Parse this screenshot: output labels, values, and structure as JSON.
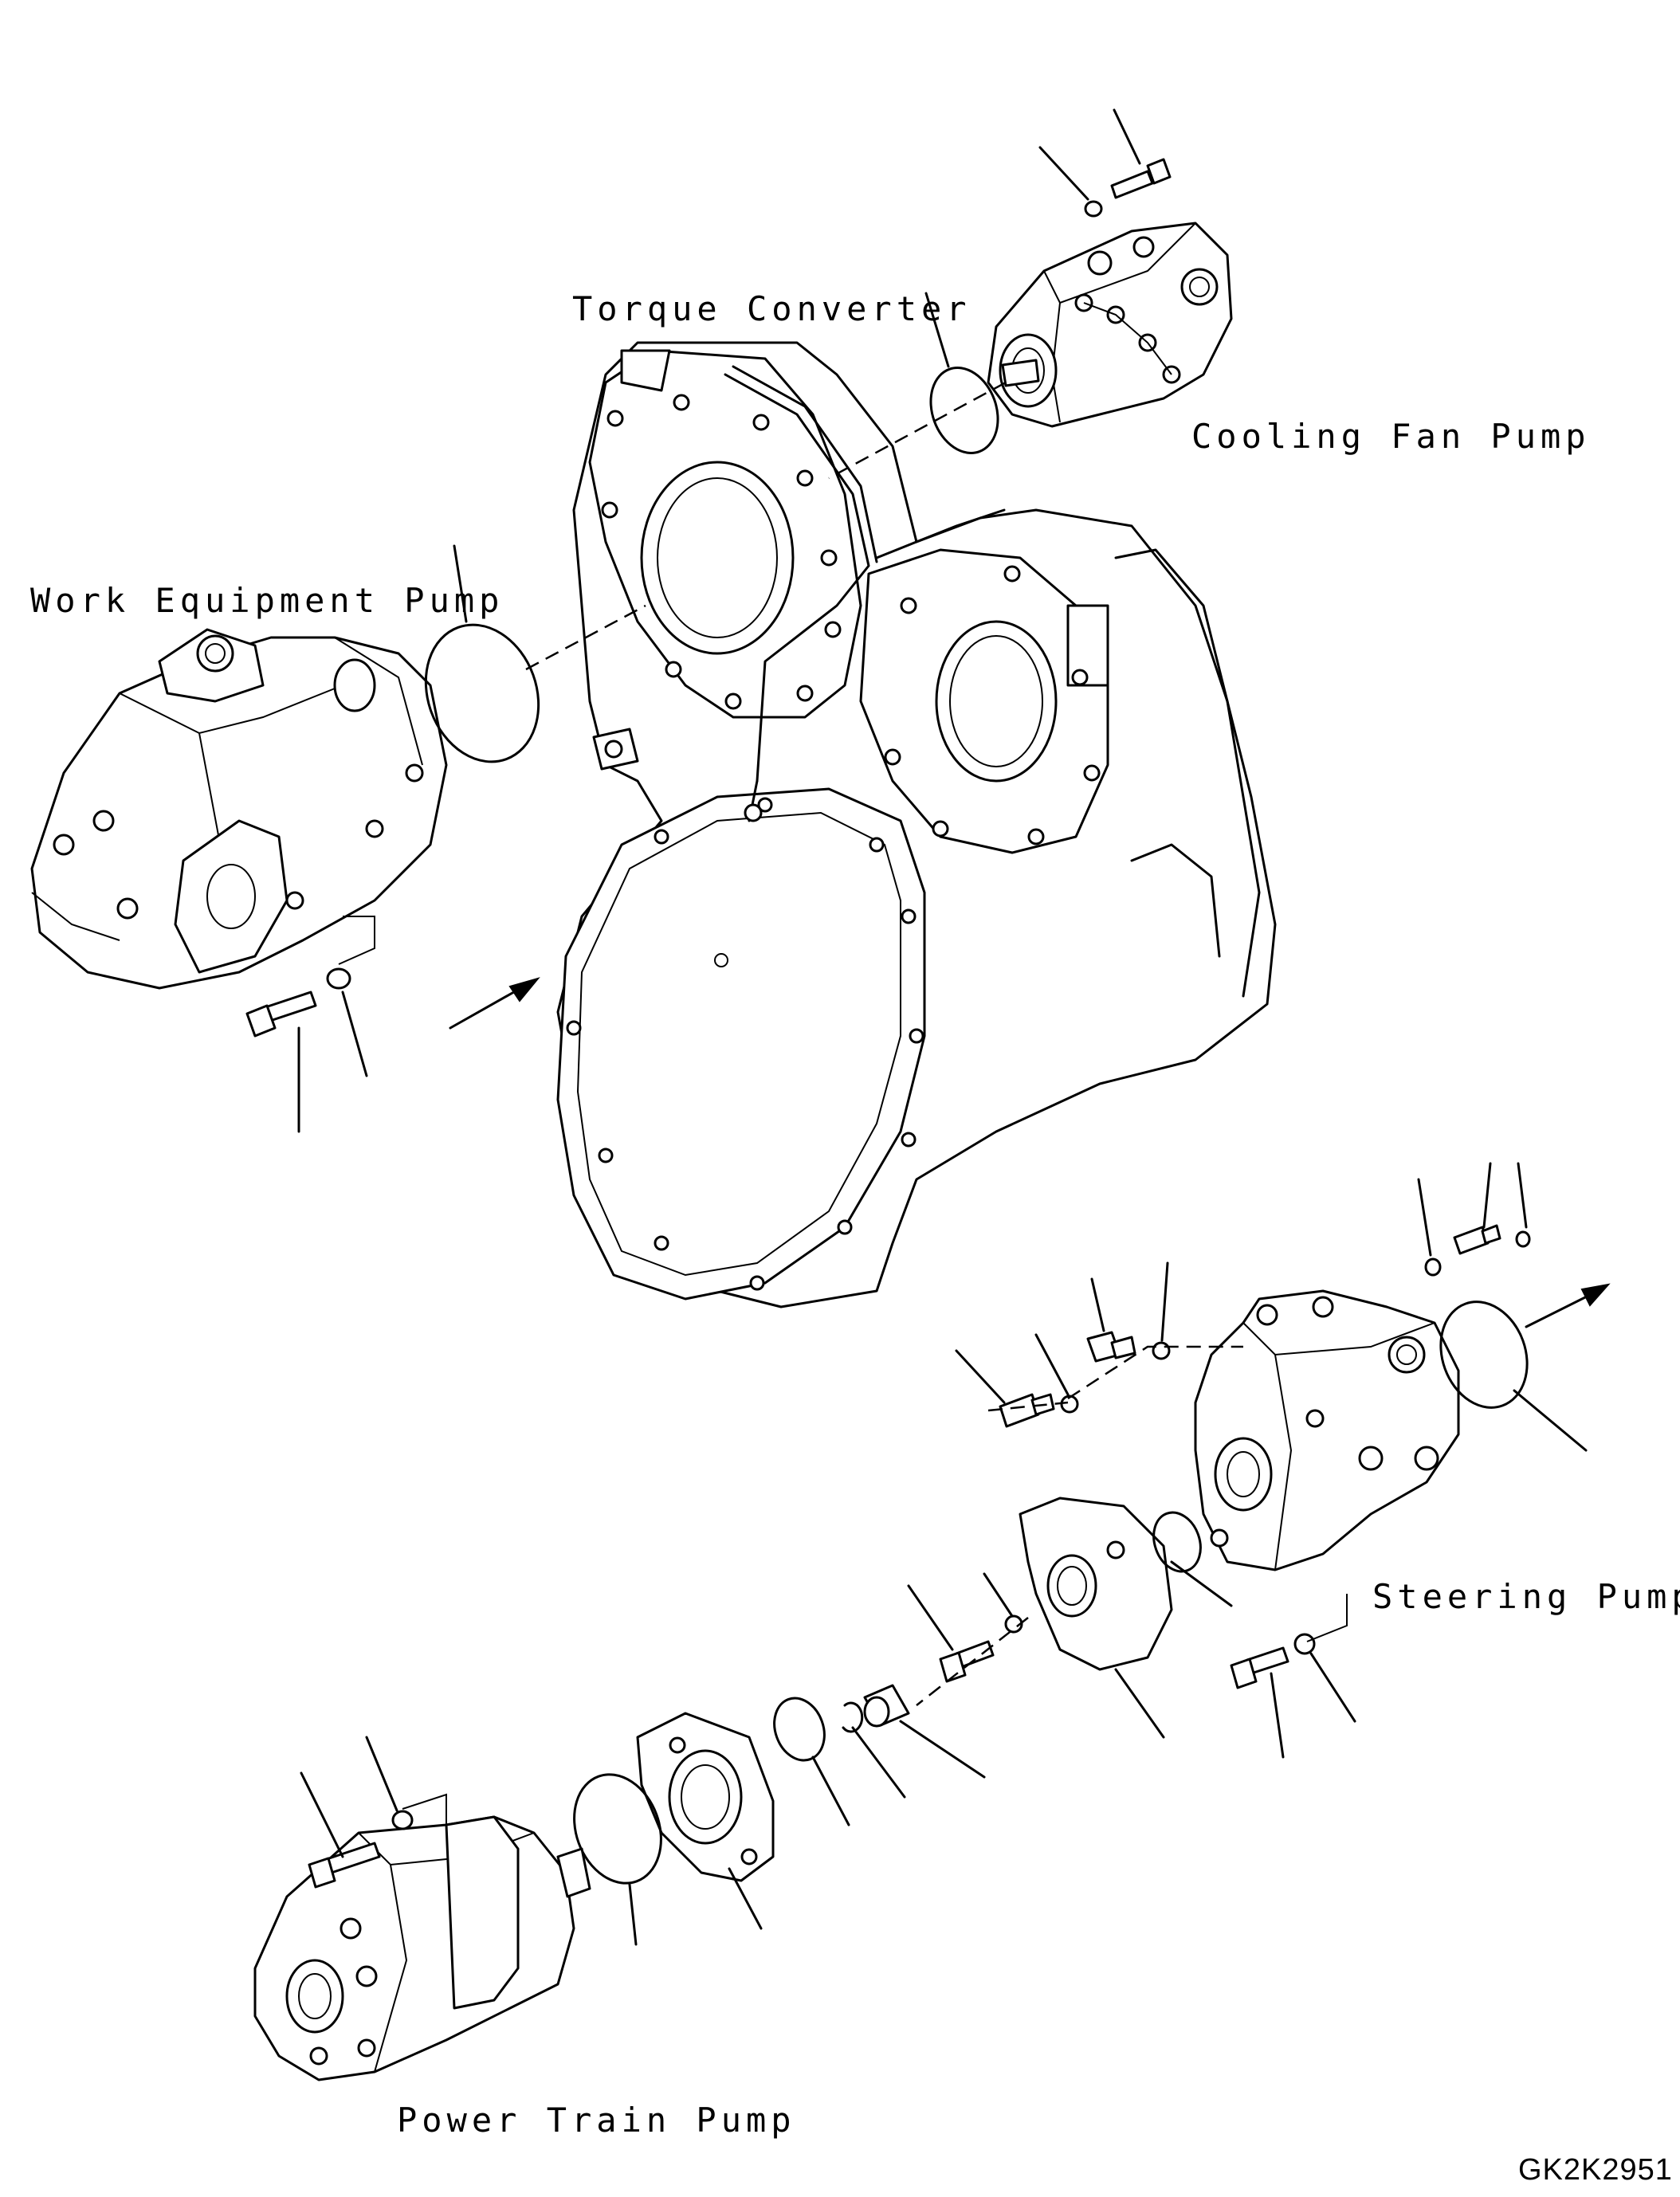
{
  "labels": {
    "torque_converter": "Torque Converter",
    "cooling_fan_pump": "Cooling Fan Pump",
    "work_equipment_pump": "Work Equipment Pump",
    "steering_pump": "Steering Pump",
    "power_train_pump": "Power Train Pump"
  },
  "figure_code": "GK2K2951"
}
